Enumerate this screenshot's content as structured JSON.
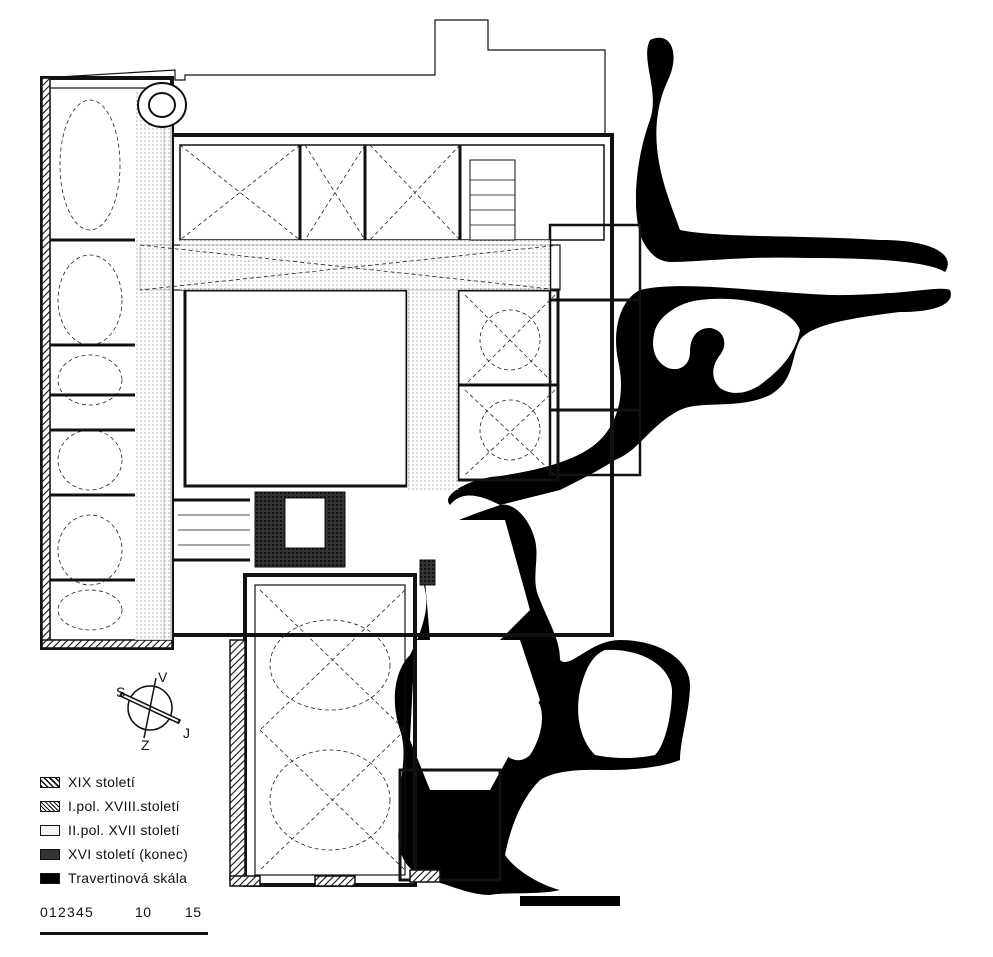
{
  "compass": {
    "north": "V",
    "west": "S",
    "east": "J",
    "south": "Z"
  },
  "legend": [
    {
      "label": "XIX století",
      "pattern": "dense-hatch"
    },
    {
      "label": "I.pol. XVIII.století",
      "pattern": "hatch"
    },
    {
      "label": "II.pol. XVII století",
      "pattern": "light"
    },
    {
      "label": "XVI století (konec)",
      "pattern": "dark"
    },
    {
      "label": "Travertinová skála",
      "pattern": "black"
    }
  ],
  "scale": {
    "ticks": [
      "0",
      "1",
      "2",
      "3",
      "4",
      "5",
      "10",
      "15"
    ]
  },
  "colors": {
    "rock": "#000000",
    "wall": "#111111",
    "background": "#ffffff"
  }
}
